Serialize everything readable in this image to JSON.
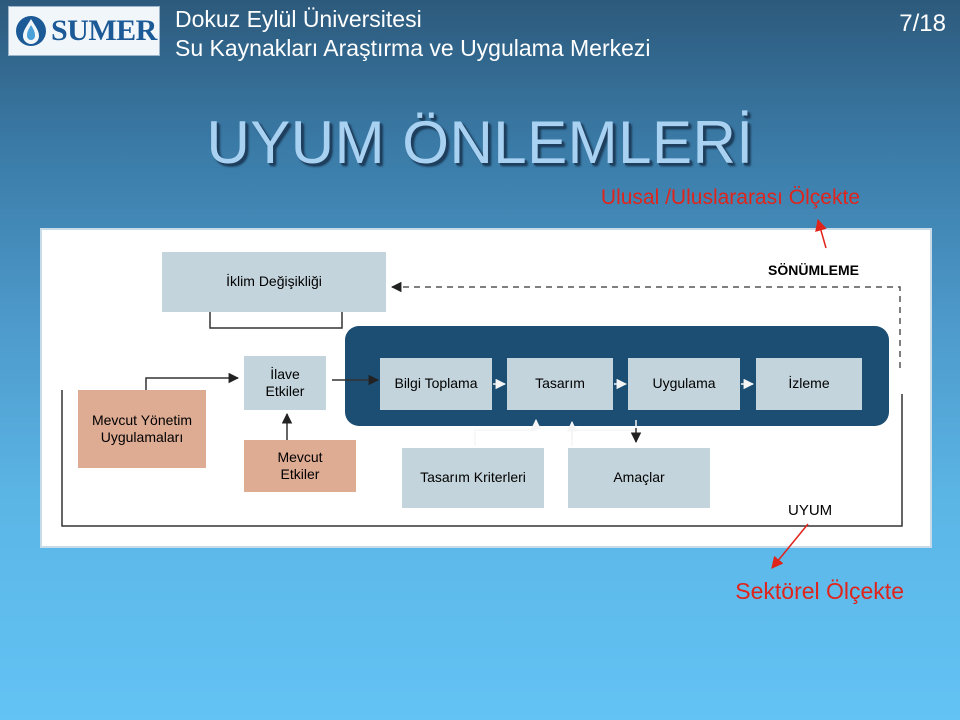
{
  "header": {
    "logo_text": "SUMER",
    "institution_line1": "Dokuz Eylül Üniversitesi",
    "institution_line2": "Su Kaynakları Araştırma ve Uygulama Merkezi",
    "page_number": "7/18"
  },
  "title": "UYUM ÖNLEMLERİ",
  "scale_national": "Ulusal /Uluslararası Ölçekte",
  "scale_sectoral": "Sektörel Ölçekte",
  "diagram": {
    "climate_change": "İklim Değişikliği",
    "mitigation": "SÖNÜMLEME",
    "current_practices": "Mevcut Yönetim Uygulamaları",
    "additional_effects": "İlave Etkiler",
    "current_effects": "Mevcut Etkiler",
    "steps": [
      "Bilgi Toplama",
      "Tasarım",
      "Uygulama",
      "İzleme"
    ],
    "design_criteria": "Tasarım Kriterleri",
    "goals": "Amaçlar",
    "adaptation": "UYUM"
  },
  "colors": {
    "accent_red": "#e0241b",
    "step_box": "#c3d4dc",
    "effect_box": "#deab93",
    "process_band": "#1c4d72"
  }
}
